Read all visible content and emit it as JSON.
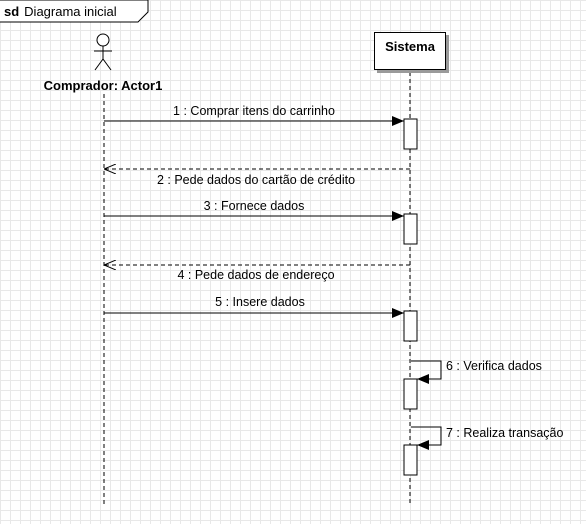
{
  "frame": {
    "keyword": "sd",
    "name": "Diagrama inicial"
  },
  "actor": {
    "label": "Comprador: Actor1"
  },
  "system": {
    "label": "Sistema"
  },
  "messages": [
    {
      "label": "1 : Comprar itens do carrinho",
      "kind": "call"
    },
    {
      "label": "2 : Pede dados do cartão de crédito",
      "kind": "return"
    },
    {
      "label": "3 : Fornece dados",
      "kind": "call"
    },
    {
      "label": "4 : Pede dados de endereço",
      "kind": "return"
    },
    {
      "label": "5 : Insere dados",
      "kind": "call"
    },
    {
      "label": "6 : Verifica dados",
      "kind": "self"
    },
    {
      "label": "7 : Realiza transação",
      "kind": "self"
    }
  ]
}
